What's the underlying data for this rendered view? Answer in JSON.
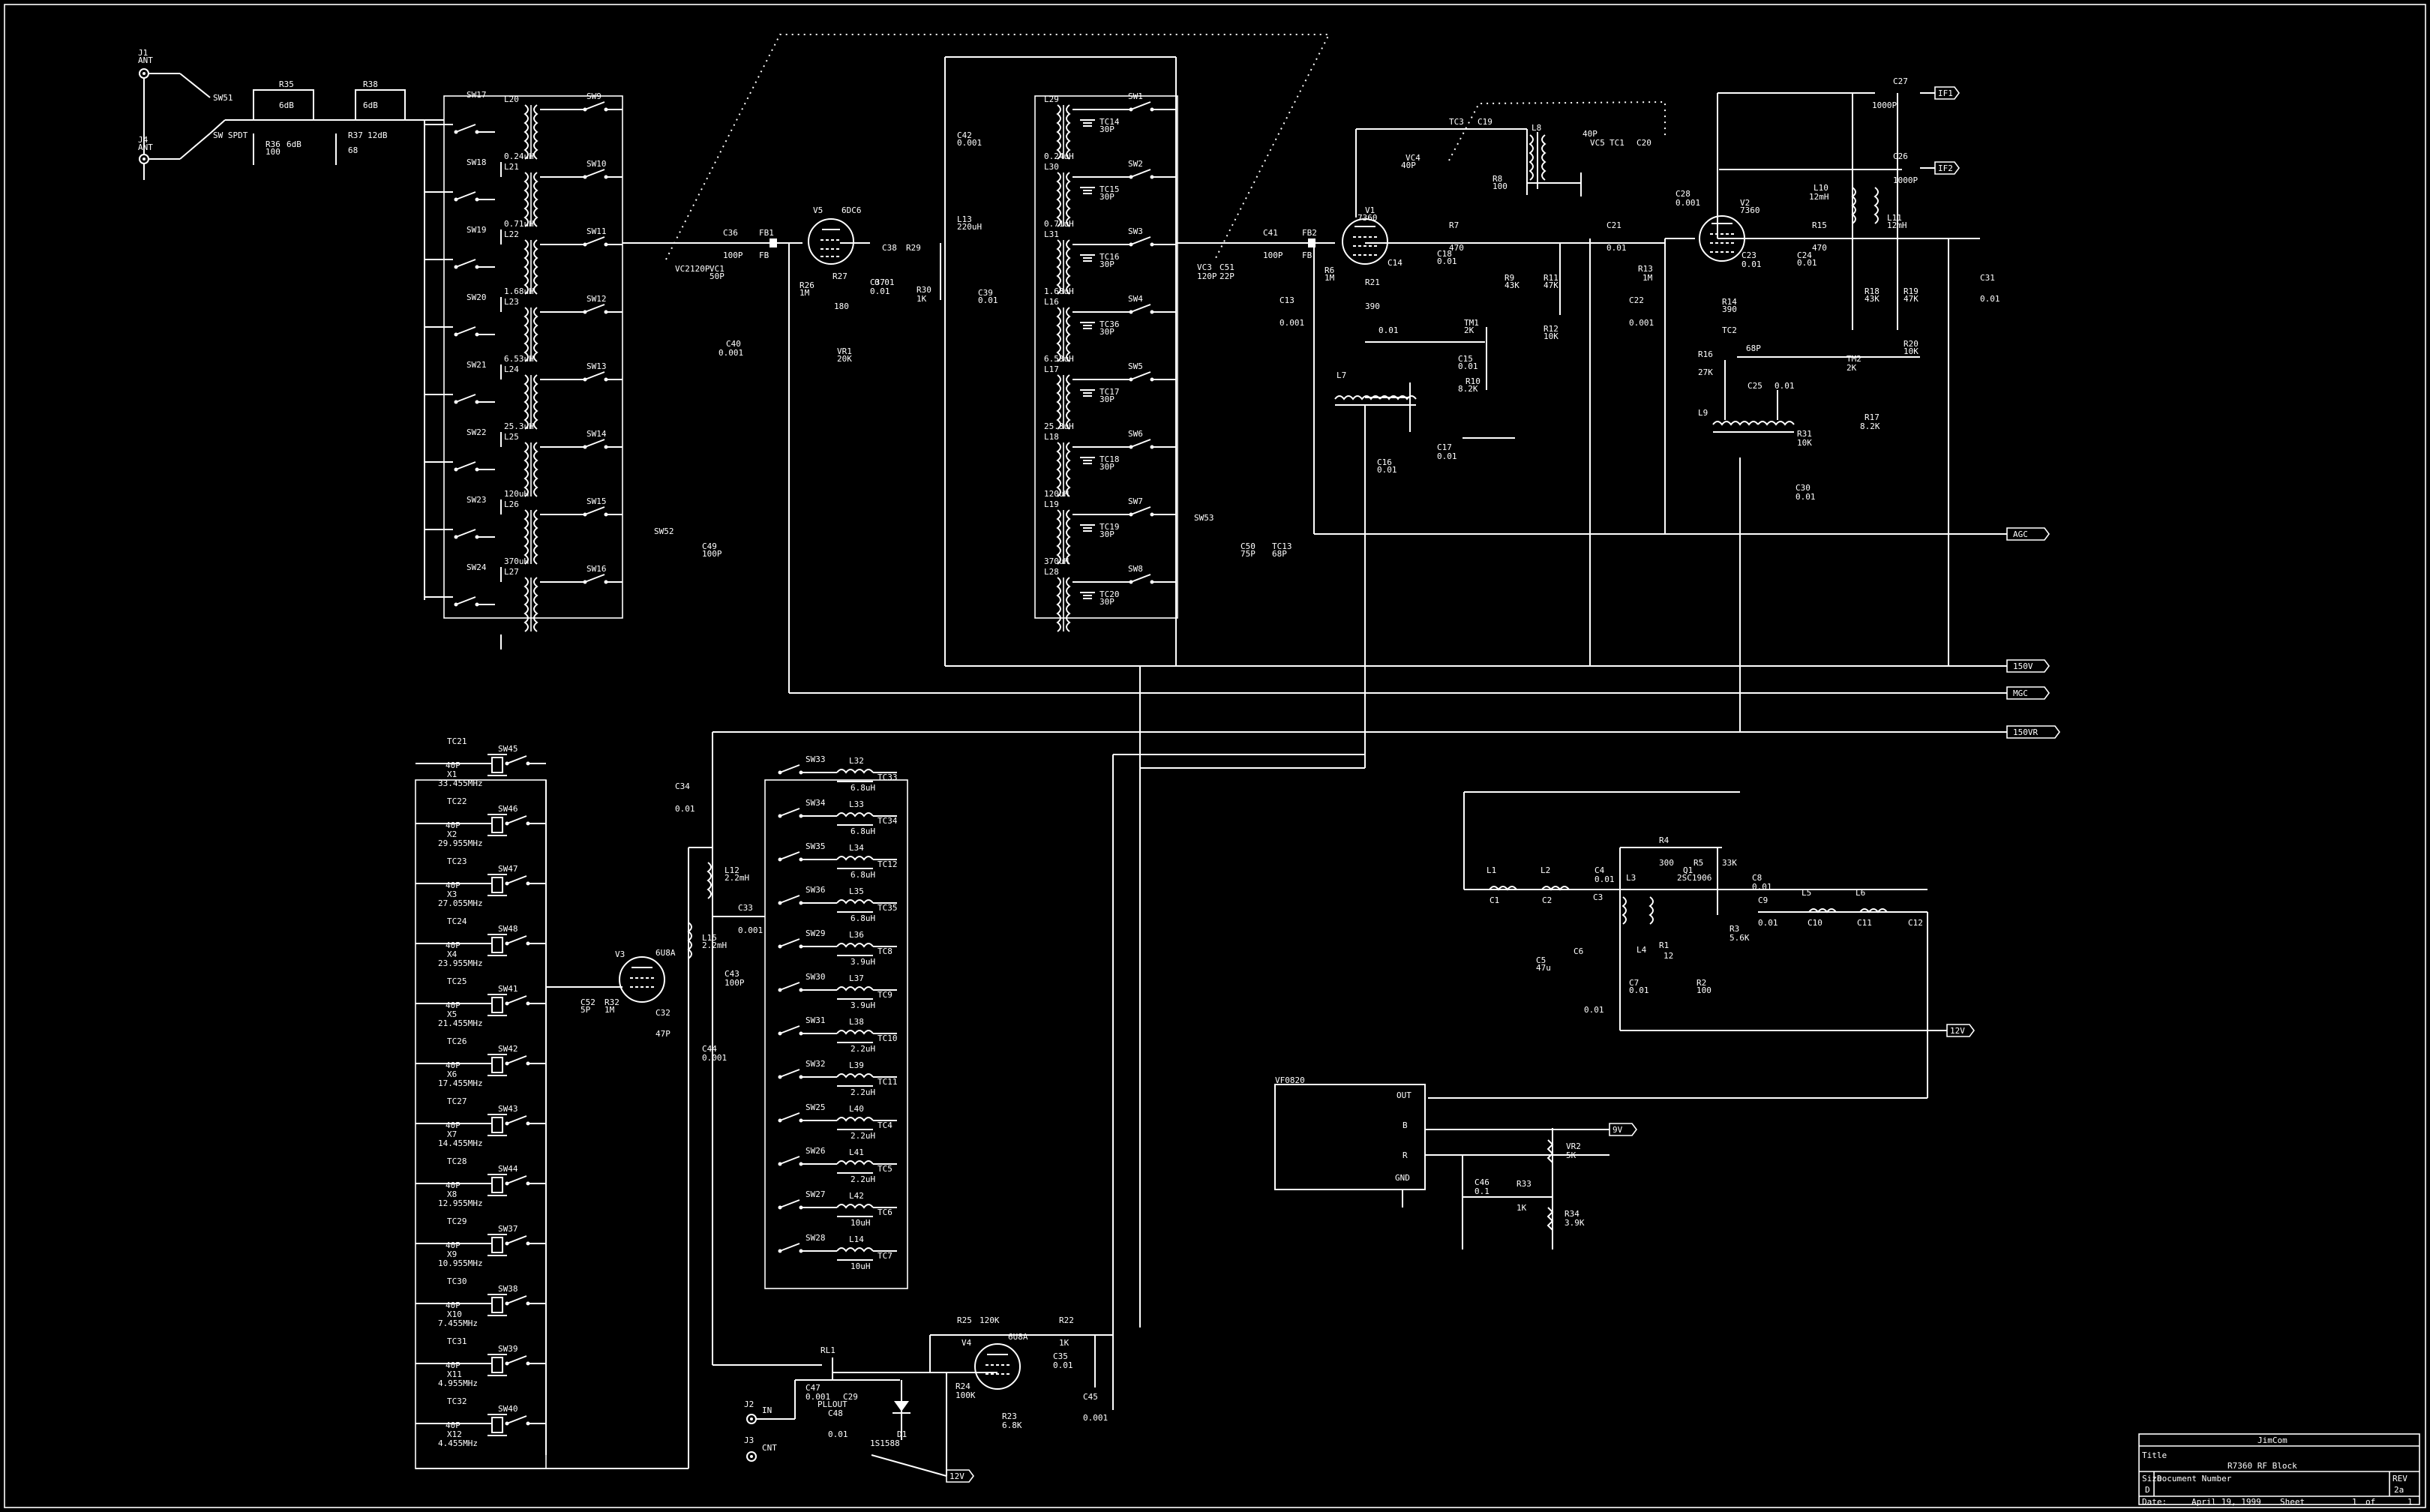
{
  "schematic": {
    "title_block": {
      "company": "JimCom",
      "title_label": "Title",
      "title": "R7360 RF Block",
      "size_label": "Size",
      "size": "D",
      "document_number_label": "Document Number",
      "rev_label": "REV",
      "rev": "2a",
      "date_label": "Date:",
      "date": "April 19, 1999",
      "sheet_label": "Sheet",
      "sheet": "1",
      "of_label": "of",
      "of": "1"
    },
    "net_labels": {
      "if1": "IF1",
      "if2": "IF2",
      "agc": "AGC",
      "v150": "150V",
      "mgc": "MGC",
      "v150vr": "150VR",
      "v12a": "12V",
      "v9": "9V",
      "v12b": "12V"
    },
    "module": {
      "name": "VF0820",
      "pin_out": "OUT",
      "pin_b": "B",
      "pin_r": "R",
      "pin_gnd": "GND"
    },
    "components": {
      "J1": "J1",
      "J1_sub": "ANT",
      "J4": "J4",
      "J4_sub": "ANT",
      "SW51": "SW51",
      "SW_SPDT": "SW SPDT",
      "R35": "R35",
      "R35_val": "6dB",
      "R38": "R38",
      "R38_val": "6dB",
      "R36": "R36",
      "R36_val": "6dB",
      "R36_val2": "100",
      "R37": "R37",
      "R37_val": "12dB",
      "R37_val2": "68",
      "sw_left": [
        "SW17",
        "SW18",
        "SW19",
        "SW20",
        "SW21",
        "SW22",
        "SW23",
        "SW24"
      ],
      "ind_left": [
        "L20",
        "L21",
        "L22",
        "L23",
        "L24",
        "L25",
        "L26",
        "L27"
      ],
      "ind_left_vals": [
        "0.24uH",
        "0.71uH",
        "1.68uH",
        "6.53uH",
        "25.3uH",
        "120uH",
        "370uH"
      ],
      "sw_right": [
        "SW9",
        "SW10",
        "SW11",
        "SW12",
        "SW13",
        "SW14",
        "SW15",
        "SW16"
      ],
      "SW52": "SW52",
      "C49": "C49",
      "C49_val": "100P",
      "VC2": "VC2",
      "VC2_val": "120P",
      "VC1": "VC1",
      "VC1_val": "50P",
      "C36": "C36",
      "C36_val": "100P",
      "FB1": "FB1",
      "FB1_val": "FB",
      "C40": "C40",
      "C40_val": "0.001",
      "V5": "V5",
      "V5_val": "6DC6",
      "R26": "R26",
      "R26_val": "1M",
      "R27": "R27",
      "R27_val": "180",
      "C37": "C37",
      "C37_val": "0.01",
      "C38": "C38",
      "C38_val": "0.01",
      "R29": "R29",
      "R30": "R30",
      "R30_val": "1K",
      "VR1": "VR1",
      "VR1_val": "20K",
      "C42": "C42",
      "C42_val": "0.001",
      "L13": "L13",
      "L13_val": "220uH",
      "C39": "C39",
      "C39_val": "0.01",
      "ind_mid": [
        "L29",
        "L30",
        "L31",
        "L16",
        "L17",
        "L18",
        "L19",
        "L28"
      ],
      "ind_mid_vals": [
        "0.24uH",
        "0.71uH",
        "1.68uH",
        "6.53uH",
        "25.3uH",
        "120uH",
        "370uH"
      ],
      "tc_mid": [
        "TC14",
        "TC15",
        "TC16",
        "TC36",
        "TC17",
        "TC18",
        "TC19",
        "TC20"
      ],
      "tc_mid_val": "30P",
      "sw_mid": [
        "SW1",
        "SW2",
        "SW3",
        "SW4",
        "SW5",
        "SW6",
        "SW7",
        "SW8"
      ],
      "SW53": "SW53",
      "C50": "C50",
      "C50_val": "75P",
      "TC13": "TC13",
      "TC13_val": "68P",
      "VC3": "VC3",
      "VC3_val": "120P",
      "C51": "C51",
      "C51_val": "22P",
      "C41": "C41",
      "C41_val": "100P",
      "FB2": "FB2",
      "FB2_val": "FB",
      "C13": "C13",
      "C13_val": "0.001",
      "R6": "R6",
      "R6_val": "1M",
      "V1": "V1",
      "V1_val": "7360",
      "R21": "R21",
      "R21_val": "390",
      "C14": "C14",
      "C14_val": "0.01",
      "TC3": "TC3",
      "C19": "C19",
      "VC4": "VC4",
      "VC4_val": "40P",
      "L8": "L8",
      "R8": "R8",
      "R8_val": "100",
      "VC5": "VC5",
      "VC5_val": "40P",
      "TC1": "TC1",
      "C20": "C20",
      "R7": "R7",
      "R7_val": "470",
      "C18": "C18",
      "C18_val": "0.01",
      "R9": "R9",
      "R9_val": "43K",
      "R11": "R11",
      "R11_val": "47K",
      "TM1": "TM1",
      "TM1_val": "2K",
      "R12": "R12",
      "R12_val": "10K",
      "C15": "C15",
      "C15_val": "0.01",
      "R10": "R10",
      "R10_val": "8.2K",
      "C17": "C17",
      "C17_val": "0.01",
      "L7": "L7",
      "C16": "C16",
      "C16_val": "0.01",
      "C21": "C21",
      "C21_val": "0.01",
      "R13": "R13",
      "R13_val": "1M",
      "C22": "C22",
      "C22_val": "0.001",
      "C28": "C28",
      "C28_val": "0.001",
      "V2": "V2",
      "V2_val": "7360",
      "C27": "C27",
      "C27_val": "1000P",
      "C26": "C26",
      "C26_val": "1000P",
      "L10": "L10",
      "L10_val": "12mH",
      "L11": "L11",
      "L11_val": "12mH",
      "R15": "R15",
      "R15_val": "470",
      "C23": "C23",
      "C23_val": "0.01",
      "C24": "C24",
      "C24_val": "0.01",
      "R14": "R14",
      "R14_val": "390",
      "TC2": "TC2",
      "TC2_val": "68P",
      "R16": "R16",
      "R16_val": "27K",
      "C25": "C25",
      "C25_val": "0.01",
      "L9": "L9",
      "R18": "R18",
      "R18_val": "43K",
      "R19": "R19",
      "R19_val": "47K",
      "TM2": "TM2",
      "TM2_val": "2K",
      "R20": "R20",
      "R20_val": "10K",
      "R17": "R17",
      "R17_val": "8.2K",
      "R31": "R31",
      "R31_val": "10K",
      "C30": "C30",
      "C30_val": "0.01",
      "C31": "C31",
      "C31_val": "0.01",
      "tc_xtal": [
        "TC21",
        "TC22",
        "TC23",
        "TC24",
        "TC25",
        "TC26",
        "TC27",
        "TC28",
        "TC29",
        "TC30",
        "TC31",
        "TC32"
      ],
      "tc_xtal_val": "40P",
      "xtal": [
        "X1",
        "X2",
        "X3",
        "X4",
        "X5",
        "X6",
        "X7",
        "X8",
        "X9",
        "X10",
        "X11",
        "X12"
      ],
      "xtal_freqs": [
        "33.455MHz",
        "29.955MHz",
        "27.055MHz",
        "23.955MHz",
        "21.455MHz",
        "17.455MHz",
        "14.455MHz",
        "12.955MHz",
        "10.955MHz",
        "7.455MHz",
        "4.955MHz",
        "4.455MHz"
      ],
      "sw_xtal": [
        "SW45",
        "SW46",
        "SW47",
        "SW48",
        "SW41",
        "SW42",
        "SW43",
        "SW44",
        "SW37",
        "SW38",
        "SW39",
        "SW40"
      ],
      "C34": "C34",
      "C34_val": "0.01",
      "L12": "L12",
      "L12_val": "2.2mH",
      "L15": "L15",
      "L15_val": "2.2mH",
      "C33": "C33",
      "C33_val": "0.001",
      "C43": "C43",
      "C43_val": "100P",
      "C44": "C44",
      "C44_val": "0.001",
      "V3": "V3",
      "V3_val": "6U8A",
      "C52": "C52",
      "C52_val": "5P",
      "R32": "R32",
      "R32_val": "1M",
      "C32": "C32",
      "C32_val": "47P",
      "sw_osc": [
        "SW33",
        "SW34",
        "SW35",
        "SW36",
        "SW29",
        "SW30",
        "SW31",
        "SW32",
        "SW25",
        "SW26",
        "SW27",
        "SW28"
      ],
      "ind_osc": [
        "L32",
        "L33",
        "L34",
        "L35",
        "L36",
        "L37",
        "L38",
        "L39",
        "L40",
        "L41",
        "L42",
        "L14"
      ],
      "ind_osc_vals": [
        "6.8uH",
        "6.8uH",
        "6.8uH",
        "6.8uH",
        "3.9uH",
        "3.9uH",
        "2.2uH",
        "2.2uH",
        "2.2uH",
        "2.2uH",
        "10uH",
        "10uH"
      ],
      "tc_osc": [
        "TC33",
        "TC34",
        "TC12",
        "TC35",
        "TC8",
        "TC9",
        "TC10",
        "TC11",
        "TC4",
        "TC5",
        "TC6",
        "TC7"
      ],
      "RL1": "RL1",
      "J2": "J2",
      "J2_sub": "IN",
      "J3": "J3",
      "J3_sub": "CNT",
      "C47": "C47",
      "C47_val": "0.001",
      "C29": "C29",
      "PLLOUT": "PLLOUT",
      "C48": "C48",
      "C48_val": "0.01",
      "D1": "D1",
      "D1_val": "1S1588",
      "R25": "R25",
      "R25_val": "120K",
      "V4": "V4",
      "V4_val": "6U8A",
      "R22": "R22",
      "R22_val": "1K",
      "C35": "C35",
      "C35_val": "0.01",
      "R24": "R24",
      "R24_val": "100K",
      "R23": "R23",
      "R23_val": "6.8K",
      "C45": "C45",
      "C45_val": "0.001",
      "L1": "L1",
      "L2": "L2",
      "C1": "C1",
      "C2": "C2",
      "C3": "C3",
      "C4": "C4",
      "C4_val": "0.01",
      "R4": "R4",
      "R4_val": "300",
      "R5": "R5",
      "R5_val": "33K",
      "Q1": "Q1",
      "Q1_val": "2SC1906",
      "L3": "L3",
      "L4": "L4",
      "C5": "C5",
      "C5_val": "47u",
      "C6": "C6",
      "C7": "C7",
      "C7_val": "0.01",
      "C6_val": "0.01",
      "R1": "R1",
      "R1_val": "12",
      "R2": "R2",
      "R2_val": "100",
      "R3": "R3",
      "R3_val": "5.6K",
      "C8": "C8",
      "C8_val": "0.01",
      "C9": "C9",
      "C9_val": "0.01",
      "L5": "L5",
      "L6": "L6",
      "C10": "C10",
      "C11": "C11",
      "C12": "C12",
      "C46": "C46",
      "C46_val": "0.1",
      "R33": "R33",
      "R33_val": "1K",
      "VR2": "VR2",
      "VR2_val": "5K",
      "R34": "R34",
      "R34_val": "3.9K"
    }
  }
}
